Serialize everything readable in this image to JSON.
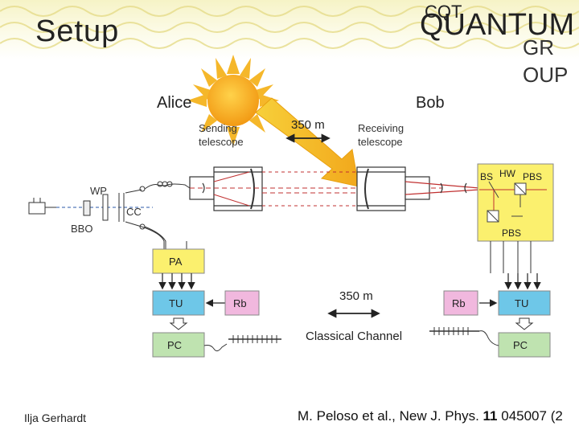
{
  "slide": {
    "title": "Setup",
    "author": "Ilja Gerhardt"
  },
  "logo": {
    "cqt": "CQT",
    "quantum": "QUANTUM",
    "gr": "GR",
    "oup": "OUP"
  },
  "diagram": {
    "alice": "Alice",
    "bob": "Bob",
    "sending_1": "Sending",
    "sending_2": "telescope",
    "receiving_1": "Receiving",
    "receiving_2": "telescope",
    "distance_top": "350 m",
    "distance_bottom": "350 m",
    "wp": "WP",
    "cc": "CC",
    "bbo": "BBO",
    "bs": "BS",
    "hw": "HW",
    "pbs_top": "PBS",
    "pbs_bottom": "PBS",
    "pa": "PA",
    "tu_left": "TU",
    "rb_left": "Rb",
    "pc_left": "PC",
    "rb_right": "Rb",
    "tu_right": "TU",
    "pc_right": "PC",
    "classical_channel": "Classical Channel",
    "colors": {
      "yellow_box": "#fbf06e",
      "blue_box": "#6ec7e8",
      "green_box": "#bfe3b0",
      "pink_box": "#f1b8de",
      "sun": "#f5a623",
      "beam": "#d02020"
    }
  },
  "citation": {
    "prefix": "M. Peloso et al., New J. Phys. ",
    "volume": "11",
    "suffix": " 045007 (2"
  }
}
